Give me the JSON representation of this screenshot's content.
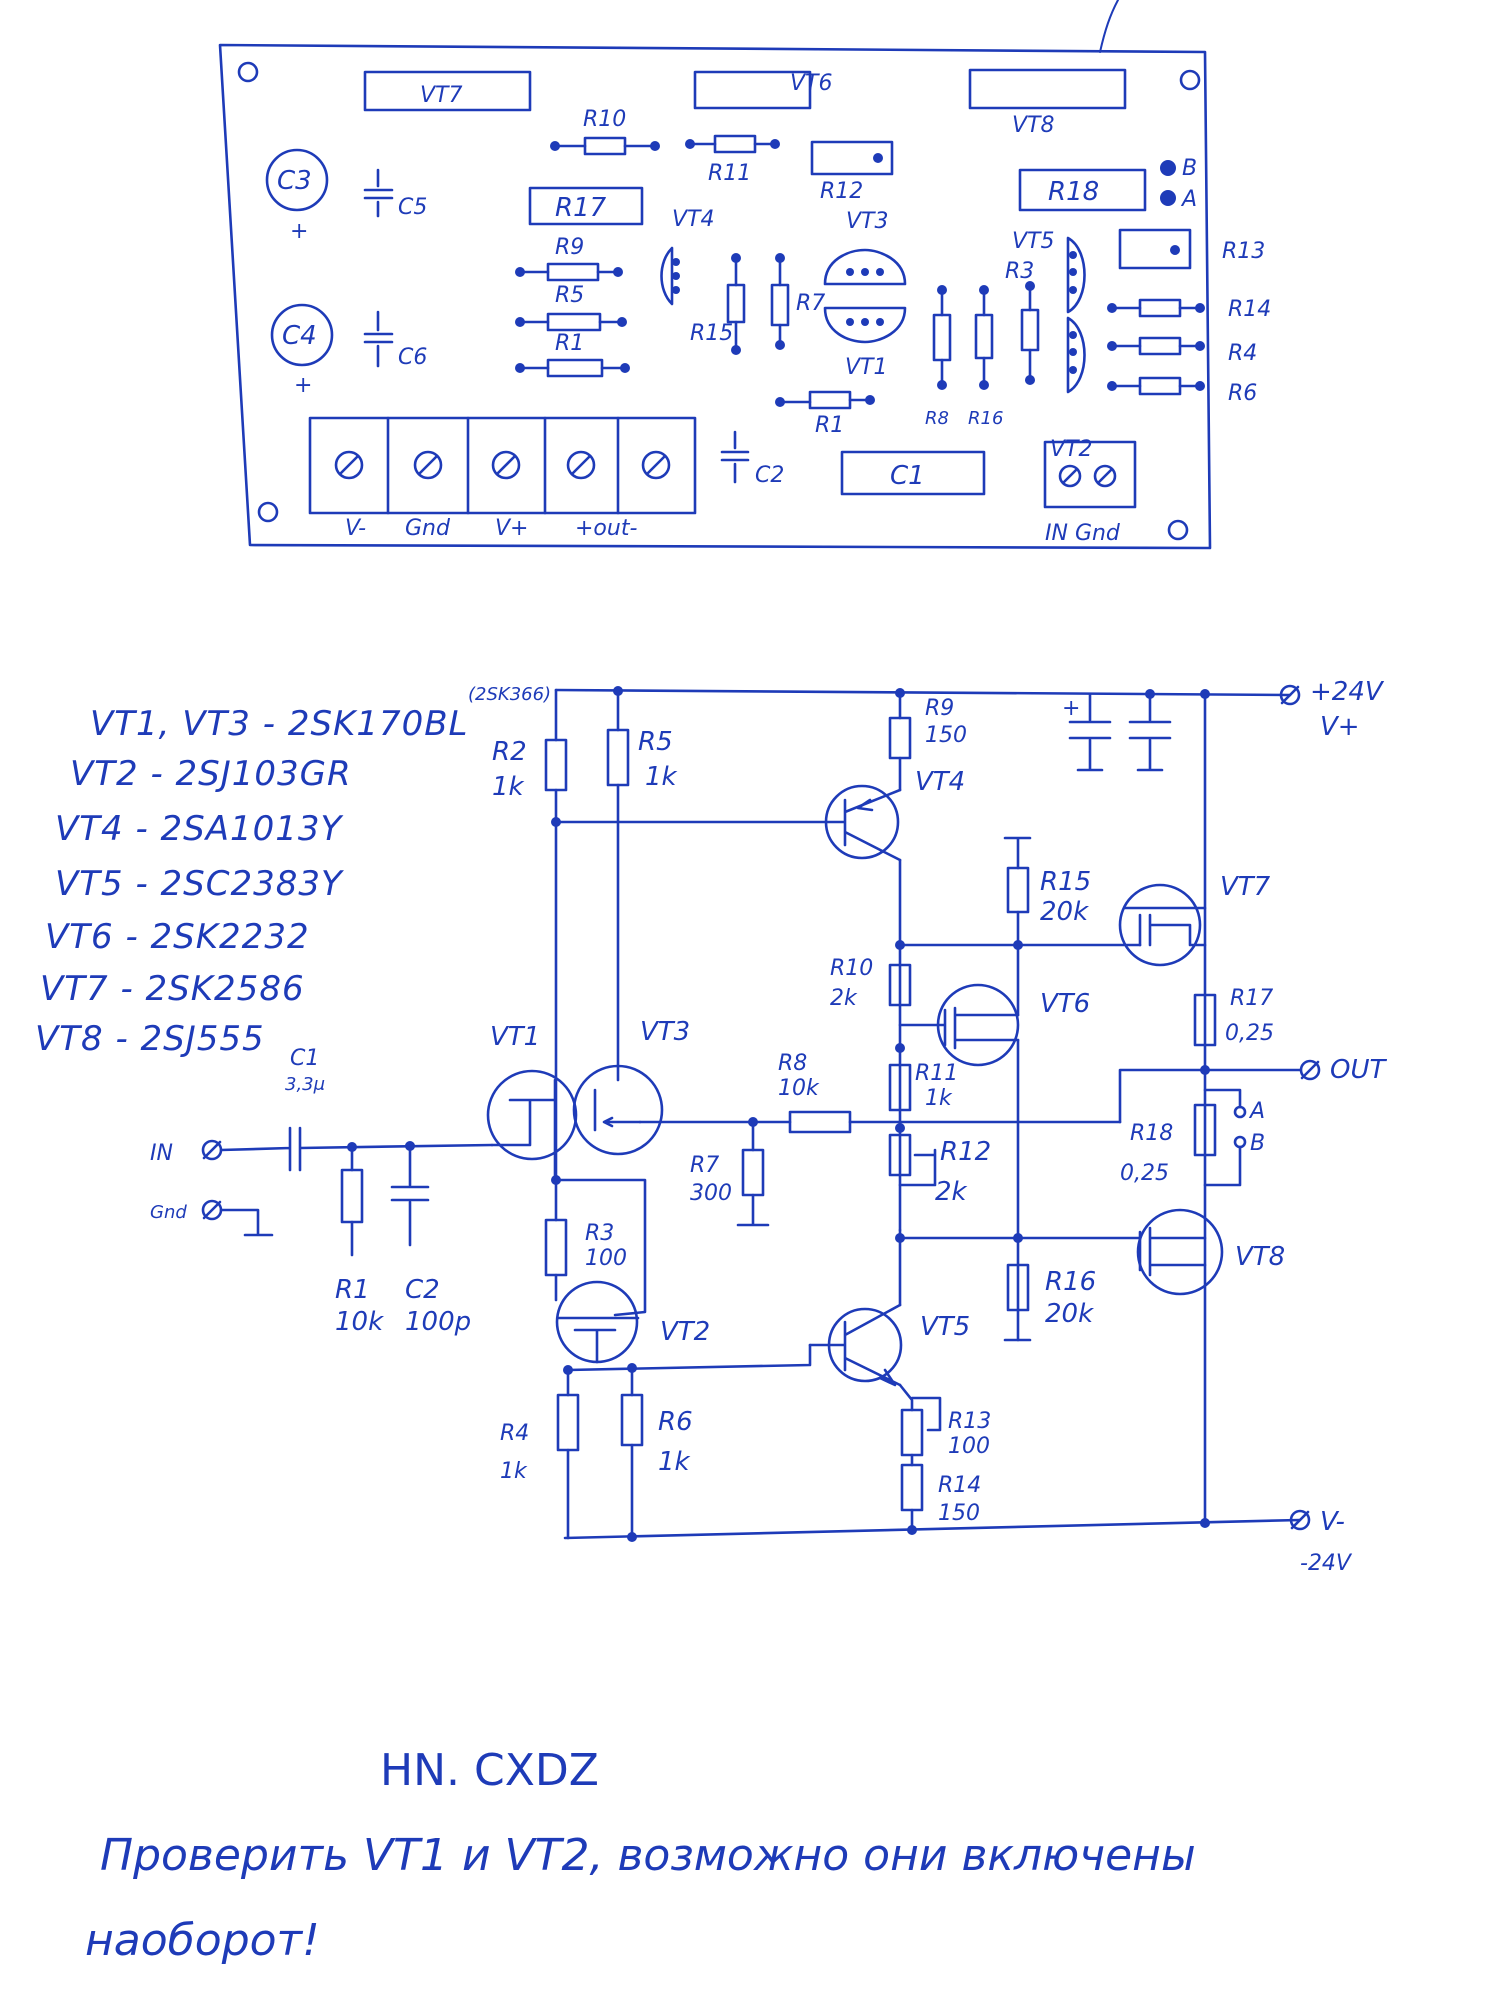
{
  "pcb": {
    "vt7": "VT7",
    "vt6": "VT6",
    "vt8": "VT8",
    "c3": "C3",
    "c4": "C4",
    "c5": "C5",
    "c6": "C6",
    "plus": "+",
    "r10": "R10",
    "r11": "R11",
    "r12": "R12",
    "r17": "R17",
    "r18": "R18",
    "pad_a": "A",
    "pad_b": "B",
    "r9": "R9",
    "r5": "R5",
    "r1_left": "R1",
    "vt4": "VT4",
    "r15": "R15",
    "r7": "R7",
    "vt3": "VT3",
    "vt1": "VT1",
    "r1_lower": "R1",
    "r8": "R8",
    "r16": "R16",
    "r3": "R3",
    "vt5": "VT5",
    "r13": "R13",
    "r14": "R14",
    "r4": "R4",
    "r6": "R6",
    "term_vminus": "V-",
    "term_gnd": "Gnd",
    "term_vplus": "V+",
    "term_out": "+out-",
    "c2": "C2",
    "c1": "C1",
    "vt2": "VT2",
    "term_in_gnd": "IN Gnd"
  },
  "parts": {
    "vt1_vt3": "VT1, VT3 - 2SK170BL",
    "vt1_vt3_alt": "(2SK366)",
    "vt2": "VT2 - 2SJ103GR",
    "vt4": "VT4 - 2SA1013Y",
    "vt5": "VT5 - 2SC2383Y",
    "vt6": "VT6 - 2SK2232",
    "vt7": "VT7 - 2SK2586",
    "vt8": "VT8 - 2SJ555"
  },
  "schematic": {
    "vplus": "+24V",
    "vplus_name": "V+",
    "vminus": "V-",
    "vminus_value": "-24V",
    "out": "OUT",
    "in": "IN",
    "gnd": "Gnd",
    "r2": "R2",
    "r2_val": "1k",
    "r5": "R5",
    "r5_val": "1k",
    "r9": "R9",
    "r9_val": "150",
    "vt4": "VT4",
    "r15": "R15",
    "r15_val": "20k",
    "vt7": "VT7",
    "r10": "R10",
    "r10_val": "2k",
    "vt6": "VT6",
    "r11": "R11",
    "r11_val": "1k",
    "r12": "R12",
    "r12_val": "2k",
    "r8": "R8",
    "r8_val": "10k",
    "r7": "R7",
    "r7_val": "300",
    "r17": "R17",
    "r17_val": "0,25",
    "r18": "R18",
    "r18_val": "0,25",
    "point_a": "A",
    "point_b": "B",
    "vt8": "VT8",
    "r16": "R16",
    "r16_val": "20k",
    "c1": "C1",
    "c1_val": "3,3μ",
    "r1": "R1",
    "r1_val": "10k",
    "c2": "C2",
    "c2_val": "100p",
    "vt1": "VT1",
    "vt3": "VT3",
    "r3": "R3",
    "r3_val": "100",
    "vt2": "VT2",
    "vt5": "VT5",
    "r4": "R4",
    "r4_val": "1k",
    "r6": "R6",
    "r6_val": "1k",
    "r13": "R13",
    "r13_val": "100",
    "r14": "R14",
    "r14_val": "150"
  },
  "notes": {
    "signature": "HN. CXDZ",
    "line1": "Проверить VT1 и VT2, возможно они включены",
    "line2": "наоборот!"
  }
}
